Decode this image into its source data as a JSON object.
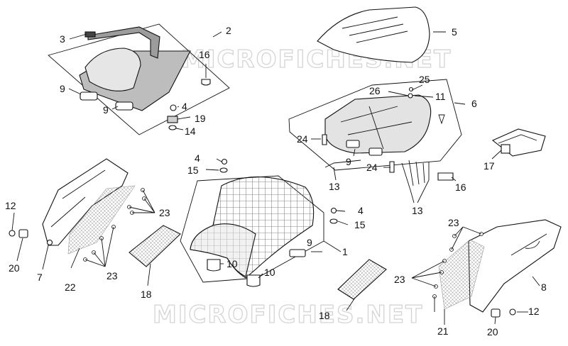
{
  "watermark": "MICROFICHES.NET",
  "colors": {
    "outline": "#111111",
    "part_fill": "#ffffff",
    "seat_fill": "#e6e6e6",
    "mesh": "#9a9a9a",
    "watermark": "#d4d4d4"
  },
  "callouts": {
    "c1": "1",
    "c2": "2",
    "c3": "3",
    "c4a": "4",
    "c4b": "4",
    "c4c": "4",
    "c5": "5",
    "c6": "6",
    "c7": "7",
    "c8": "8",
    "c9a": "9",
    "c9b": "9",
    "c9c": "9",
    "c9d": "9",
    "c10a": "10",
    "c10b": "10",
    "c11": "11",
    "c12a": "12",
    "c12b": "12",
    "c13a": "13",
    "c13b": "13",
    "c14": "14",
    "c15a": "15",
    "c15b": "15",
    "c16a": "16",
    "c16b": "16",
    "c17": "17",
    "c18a": "18",
    "c18b": "18",
    "c19": "19",
    "c20a": "20",
    "c20b": "20",
    "c21": "21",
    "c22": "22",
    "c23a": "23",
    "c23b": "23",
    "c23c": "23",
    "c23d": "23",
    "c24a": "24",
    "c24b": "24",
    "c25": "25",
    "c26": "26"
  }
}
